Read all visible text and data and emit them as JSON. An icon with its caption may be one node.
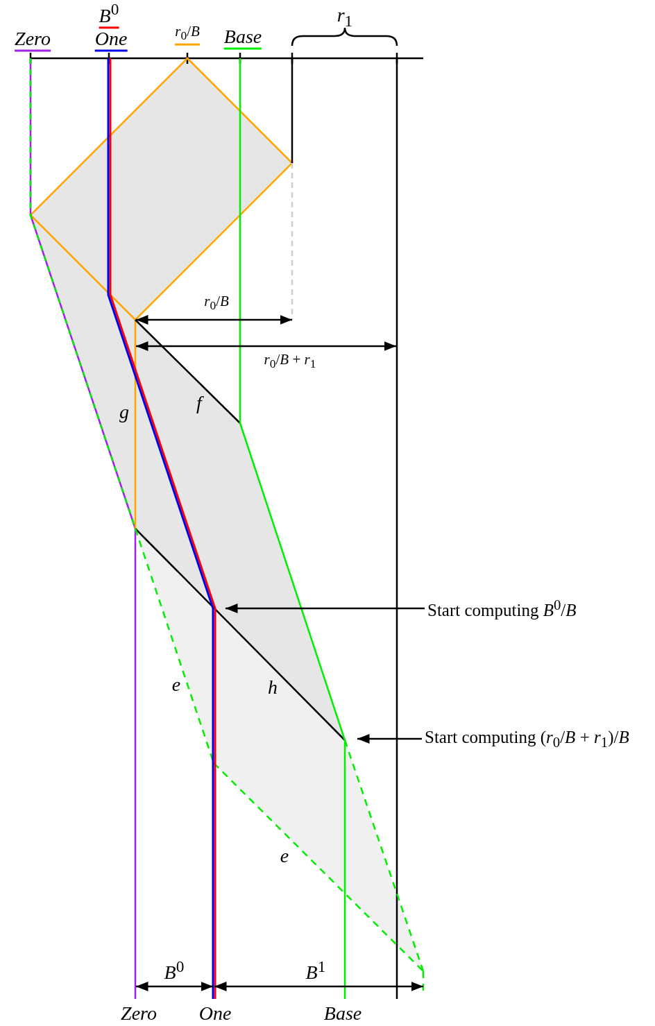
{
  "diagram": {
    "nodes": [
      {
        "text": [
          "Start computing *B*$^{0}$/*B*"
        ]
      },
      {
        "text": [
          "Start computing (*r*$_{0}$/*B* + *r*$_{1}$)/*B*"
        ]
      }
    ],
    "edges": [
      {
        "from": 0,
        "to": null,
        "arrow": "to"
      },
      {
        "from": 1,
        "to": null,
        "arrow": "to"
      }
    ],
    "labels": [
      "*B*$^{0}$",
      "*r*$_{1}$",
      "*Zero*",
      "*One*",
      "*r*$_{0}$/*B*",
      "*Base*",
      "*r*$_{0}$/*B*",
      "*r*$_{0}$/*B* + *r*$_{1}$",
      "*g*",
      "*f*",
      "*e*",
      "*h*",
      "*e*",
      "*B*$^{0}$",
      "*B*$^{1}$",
      "*Zero*",
      "*One*",
      "*Base*"
    ]
  }
}
